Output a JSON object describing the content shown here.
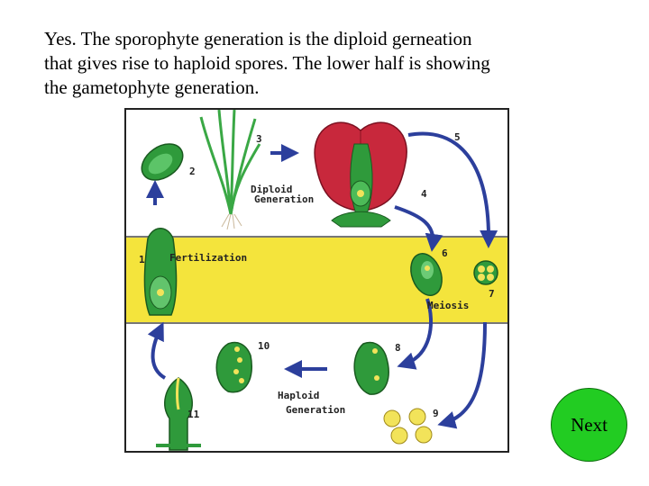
{
  "caption": {
    "line1": "Yes.  The sporophyte generation is the diploid gerneation",
    "line2": "that gives rise to haploid spores.  The lower half is showing",
    "line3": "the gametophyte generation."
  },
  "diagram": {
    "labels": {
      "diploid_1": "Diploid",
      "diploid_2": "Generation",
      "fertilization": "Fertilization",
      "meiosis": "Meiosis",
      "haploid_1": "Haploid",
      "haploid_2": "Generation"
    },
    "numbers": [
      "1",
      "2",
      "3",
      "4",
      "5",
      "6",
      "7",
      "8",
      "9",
      "10",
      "11"
    ],
    "colors": {
      "band": "#f4e43c",
      "arrow": "#2c3f9c",
      "plant": "#2f9a3b",
      "petal": "#c8283c"
    }
  },
  "nav": {
    "next_label": "Next"
  }
}
